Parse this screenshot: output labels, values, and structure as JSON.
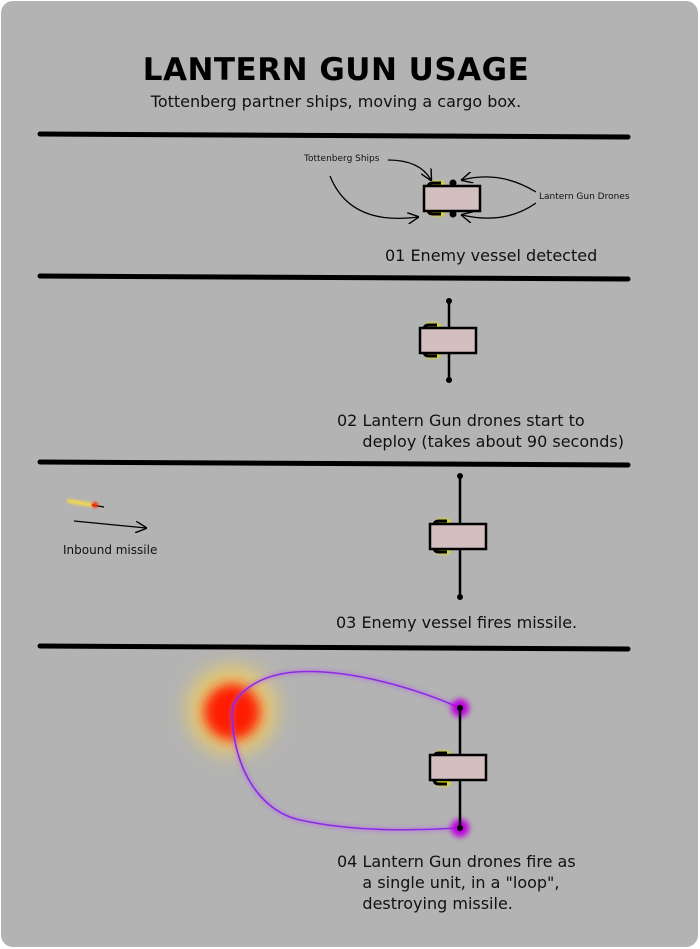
{
  "title": "LANTERN GUN USAGE",
  "subtitle": "Tottenberg partner ships, moving a cargo box.",
  "annotations": {
    "tottenberg_ships": "Tottenberg Ships",
    "lantern_gun_drones": "Lantern Gun Drones",
    "inbound_missile": "Inbound missile"
  },
  "steps": [
    {
      "caption": "01 Enemy vessel detected"
    },
    {
      "caption": "02 Lantern Gun drones start to\n     deploy (takes about 90 seconds)"
    },
    {
      "caption": "03 Enemy vessel fires missile."
    },
    {
      "caption": "04 Lantern Gun drones fire as\n     a single unit, in a \"loop\",\n     destroying missile."
    }
  ],
  "colors": {
    "background": "#b3b3b3",
    "cargo_box": "#d3bfbf",
    "ship_glow": "#e8e000",
    "explosion": "#ff1a00",
    "laser": "#9933ff",
    "drone_glow": "#aa00cc",
    "missile_trail": "#f2d94e"
  }
}
